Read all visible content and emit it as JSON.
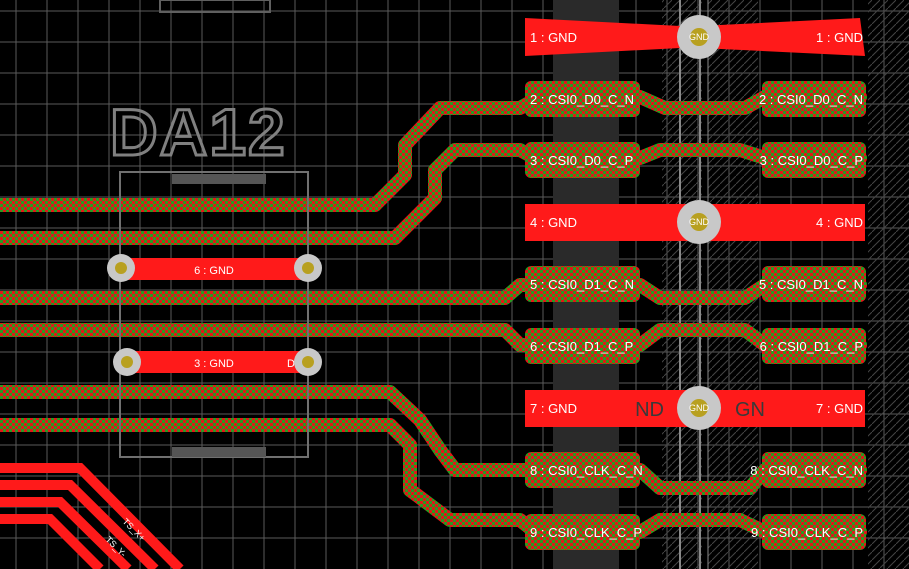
{
  "colors": {
    "background": "#000000",
    "grid": "#5a5a5a",
    "copper": "#ff1a1a",
    "trace_check": "#2a9a20",
    "via_ring": "#c8c8c8",
    "via_hole": "#b8a020",
    "silkscreen": "#808080",
    "pad_text": "#ffffff"
  },
  "component": {
    "designator": "DA12"
  },
  "left_pads": [
    {
      "label": "6 : GND"
    },
    {
      "label": "3 : GND"
    }
  ],
  "connector_left_pads": [
    {
      "label": "1 : GND"
    },
    {
      "label": "2 : CSI0_D0_C_N"
    },
    {
      "label": "3 : CSI0_D0_C_P"
    },
    {
      "label": "4 : GND"
    },
    {
      "label": "5 : CSI0_D1_C_N"
    },
    {
      "label": "6 : CSI0_D1_C_P"
    },
    {
      "label": "7 : GND"
    },
    {
      "label": "8 : CSI0_CLK_C_N"
    },
    {
      "label": "9 : CSI0_CLK_C_P"
    }
  ],
  "connector_right_pads": [
    {
      "label": "1 : GND"
    },
    {
      "label": "2 : CSI0_D0_C_N"
    },
    {
      "label": "3 : CSI0_D0_C_P"
    },
    {
      "label": "4 : GND"
    },
    {
      "label": "5 : CSI0_D1_C_N"
    },
    {
      "label": "6 : CSI0_D1_C_P"
    },
    {
      "label": "7 : GND"
    },
    {
      "label": "8 : CSI0_CLK_C_N"
    },
    {
      "label": "9 : CSI0_CLK_C_P"
    }
  ],
  "vias": [
    {
      "label": "GND"
    },
    {
      "label": "GND"
    },
    {
      "label": "GND"
    }
  ],
  "nets_text": {
    "gnd_fragment_left": "ND",
    "gnd_fragment_right": "GN",
    "pad3_fragment": "D",
    "ts_x": "TS_X+",
    "ts_y": "TS_Y-"
  }
}
